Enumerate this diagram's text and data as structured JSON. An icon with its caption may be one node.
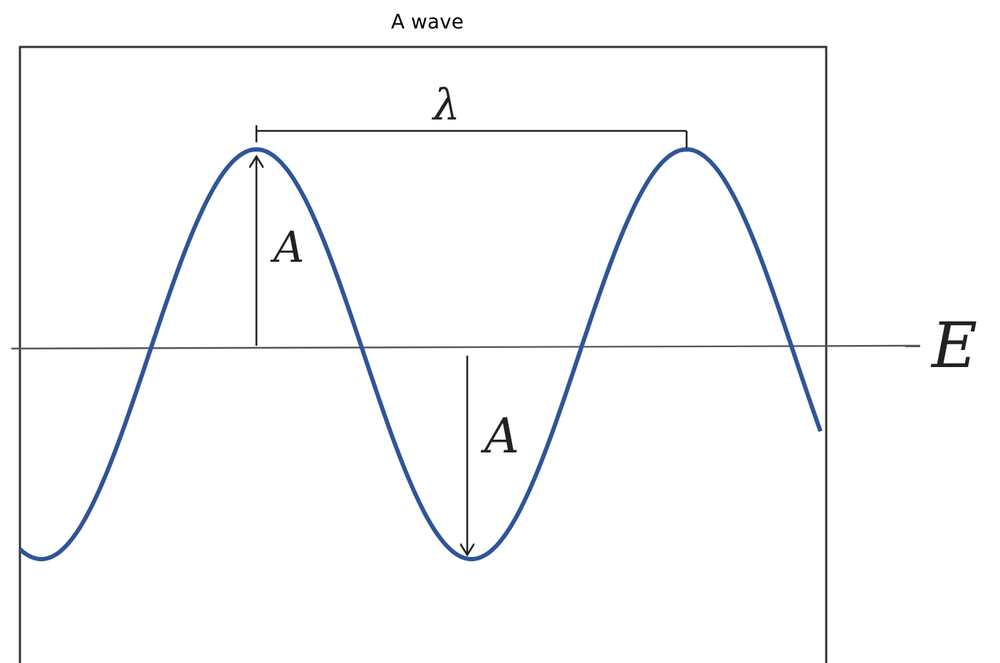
{
  "diagram": {
    "title": "A wave",
    "labels": [
      "λ",
      "A",
      "A",
      "E"
    ]
  }
}
